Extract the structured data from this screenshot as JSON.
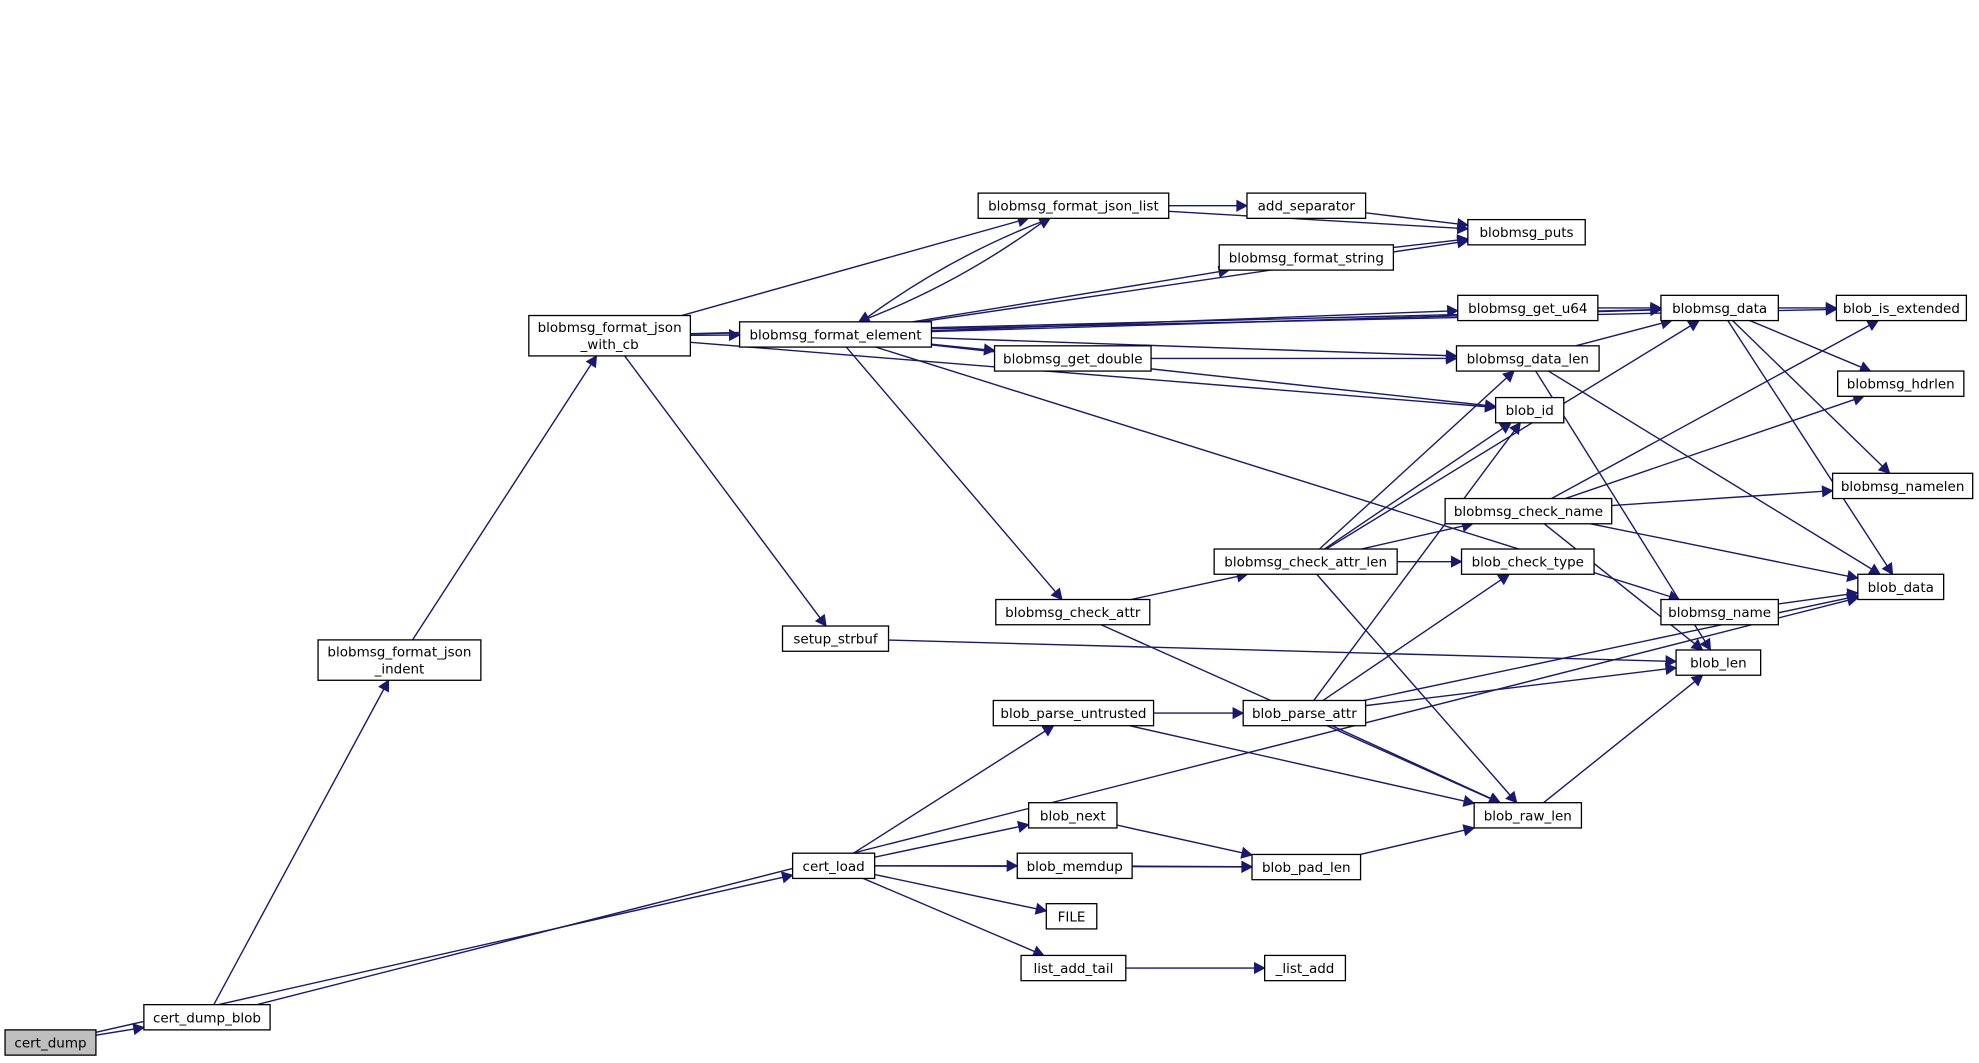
{
  "colors": {
    "edge": "#191970",
    "root_fill": "#bfbfbf",
    "node_fill": "#ffffff",
    "node_border": "#000000"
  },
  "nodes": {
    "cert_dump": {
      "lines": [
        "cert_dump"
      ]
    },
    "cert_dump_blob": {
      "lines": [
        "cert_dump_blob"
      ]
    },
    "json_indent": {
      "lines": [
        "blobmsg_format_json",
        "_indent"
      ]
    },
    "json_with_cb": {
      "lines": [
        "blobmsg_format_json",
        "_with_cb"
      ]
    },
    "format_element": {
      "lines": [
        "blobmsg_format_element"
      ]
    },
    "json_list": {
      "lines": [
        "blobmsg_format_json_list"
      ]
    },
    "add_separator": {
      "lines": [
        "add_separator"
      ]
    },
    "blobmsg_puts": {
      "lines": [
        "blobmsg_puts"
      ]
    },
    "format_string": {
      "lines": [
        "blobmsg_format_string"
      ]
    },
    "get_u64": {
      "lines": [
        "blobmsg_get_u64"
      ]
    },
    "get_double": {
      "lines": [
        "blobmsg_get_double"
      ]
    },
    "blobmsg_data": {
      "lines": [
        "blobmsg_data"
      ]
    },
    "blob_is_extended": {
      "lines": [
        "blob_is_extended"
      ]
    },
    "blobmsg_data_len": {
      "lines": [
        "blobmsg_data_len"
      ]
    },
    "blob_id": {
      "lines": [
        "blob_id"
      ]
    },
    "blobmsg_hdrlen": {
      "lines": [
        "blobmsg_hdrlen"
      ]
    },
    "blobmsg_namelen": {
      "lines": [
        "blobmsg_namelen"
      ]
    },
    "check_name": {
      "lines": [
        "blobmsg_check_name"
      ]
    },
    "check_attr_len": {
      "lines": [
        "blobmsg_check_attr_len"
      ]
    },
    "blob_check_type": {
      "lines": [
        "blob_check_type"
      ]
    },
    "blob_data": {
      "lines": [
        "blob_data"
      ]
    },
    "check_attr": {
      "lines": [
        "blobmsg_check_attr"
      ]
    },
    "blobmsg_name": {
      "lines": [
        "blobmsg_name"
      ]
    },
    "setup_strbuf": {
      "lines": [
        "setup_strbuf"
      ]
    },
    "blob_len": {
      "lines": [
        "blob_len"
      ]
    },
    "parse_untrusted": {
      "lines": [
        "blob_parse_untrusted"
      ]
    },
    "blob_parse_attr": {
      "lines": [
        "blob_parse_attr"
      ]
    },
    "blob_next": {
      "lines": [
        "blob_next"
      ]
    },
    "blob_raw_len": {
      "lines": [
        "blob_raw_len"
      ]
    },
    "cert_load": {
      "lines": [
        "cert_load"
      ]
    },
    "blob_memdup": {
      "lines": [
        "blob_memdup"
      ]
    },
    "blob_pad_len": {
      "lines": [
        "blob_pad_len"
      ]
    },
    "FILE": {
      "lines": [
        "FILE"
      ]
    },
    "list_add_tail": {
      "lines": [
        "list_add_tail"
      ]
    },
    "_list_add": {
      "lines": [
        "_list_add"
      ]
    }
  },
  "edges": [
    [
      "cert_dump",
      "cert_dump_blob"
    ],
    [
      "cert_dump",
      "cert_load"
    ],
    [
      "cert_dump_blob",
      "json_indent"
    ],
    [
      "cert_dump_blob",
      "blob_data"
    ],
    [
      "json_indent",
      "json_with_cb"
    ],
    [
      "json_with_cb",
      "format_element"
    ],
    [
      "json_with_cb",
      "json_list"
    ],
    [
      "json_with_cb",
      "blob_is_extended"
    ],
    [
      "json_with_cb",
      "blobmsg_data"
    ],
    [
      "json_with_cb",
      "blob_id"
    ],
    [
      "json_with_cb",
      "setup_strbuf"
    ],
    [
      "format_element",
      "json_list"
    ],
    [
      "format_element",
      "format_string"
    ],
    [
      "format_element",
      "blobmsg_puts"
    ],
    [
      "format_element",
      "blobmsg_data"
    ],
    [
      "format_element",
      "get_double"
    ],
    [
      "format_element",
      "get_u64"
    ],
    [
      "format_element",
      "blobmsg_data_len"
    ],
    [
      "format_element",
      "blob_id"
    ],
    [
      "format_element",
      "check_attr"
    ],
    [
      "format_element",
      "blobmsg_name"
    ],
    [
      "json_list",
      "format_element"
    ],
    [
      "json_list",
      "add_separator"
    ],
    [
      "json_list",
      "blobmsg_puts"
    ],
    [
      "add_separator",
      "blobmsg_puts"
    ],
    [
      "format_string",
      "blobmsg_puts"
    ],
    [
      "get_u64",
      "blobmsg_data"
    ],
    [
      "get_double",
      "blobmsg_data_len"
    ],
    [
      "blobmsg_data",
      "blob_is_extended"
    ],
    [
      "blobmsg_data",
      "blobmsg_hdrlen"
    ],
    [
      "blobmsg_data",
      "blobmsg_namelen"
    ],
    [
      "blobmsg_data",
      "blob_data"
    ],
    [
      "blobmsg_data_len",
      "blobmsg_data"
    ],
    [
      "blobmsg_data_len",
      "blob_len"
    ],
    [
      "blobmsg_data_len",
      "blob_data"
    ],
    [
      "check_attr",
      "check_attr_len"
    ],
    [
      "check_attr",
      "blob_raw_len"
    ],
    [
      "check_attr_len",
      "blobmsg_data_len"
    ],
    [
      "check_attr_len",
      "blob_id"
    ],
    [
      "check_attr_len",
      "check_name"
    ],
    [
      "check_attr_len",
      "blob_check_type"
    ],
    [
      "check_attr_len",
      "blob_raw_len"
    ],
    [
      "check_attr_len",
      "blobmsg_data"
    ],
    [
      "check_name",
      "blob_is_extended"
    ],
    [
      "check_name",
      "blobmsg_hdrlen"
    ],
    [
      "check_name",
      "blobmsg_namelen"
    ],
    [
      "check_name",
      "blob_data"
    ],
    [
      "check_name",
      "blob_len"
    ],
    [
      "blobmsg_name",
      "blob_data"
    ],
    [
      "setup_strbuf",
      "blob_len"
    ],
    [
      "cert_load",
      "parse_untrusted"
    ],
    [
      "cert_load",
      "blob_pad_len"
    ],
    [
      "cert_load",
      "blob_next"
    ],
    [
      "cert_load",
      "blob_memdup"
    ],
    [
      "cert_load",
      "FILE"
    ],
    [
      "cert_load",
      "list_add_tail"
    ],
    [
      "parse_untrusted",
      "blob_parse_attr"
    ],
    [
      "parse_untrusted",
      "blob_raw_len"
    ],
    [
      "blob_parse_attr",
      "blob_len"
    ],
    [
      "blob_parse_attr",
      "blob_data"
    ],
    [
      "blob_parse_attr",
      "blob_id"
    ],
    [
      "blob_parse_attr",
      "blob_check_type"
    ],
    [
      "blob_parse_attr",
      "blob_raw_len"
    ],
    [
      "blob_next",
      "blob_pad_len"
    ],
    [
      "blob_memdup",
      "blob_pad_len"
    ],
    [
      "blob_pad_len",
      "blob_raw_len"
    ],
    [
      "blob_raw_len",
      "blob_len"
    ],
    [
      "list_add_tail",
      "_list_add"
    ]
  ]
}
